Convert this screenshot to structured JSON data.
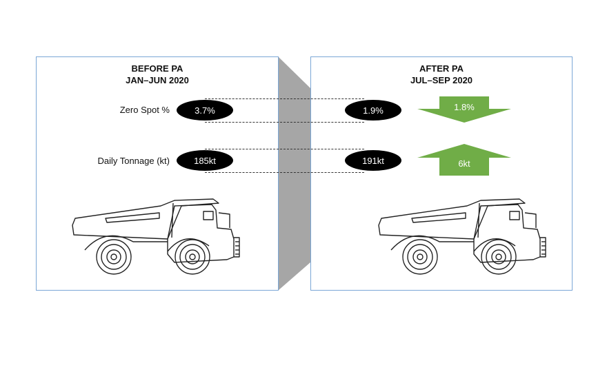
{
  "before": {
    "title_line1": "BEFORE PA",
    "title_line2": "JAN–JUN 2020"
  },
  "after": {
    "title_line1": "AFTER PA",
    "title_line2": "JUL–SEP 2020"
  },
  "metrics": [
    {
      "label": "Zero Spot %",
      "before": "3.7%",
      "after": "1.9%",
      "change": "1.8%",
      "direction": "down"
    },
    {
      "label": "Daily Tonnage (kt)",
      "before": "185kt",
      "after": "191kt",
      "change": "6kt",
      "direction": "up"
    }
  ],
  "colors": {
    "panel_border": "#7aa6d6",
    "arrow_green": "#70ad47",
    "connector_grey": "#a6a6a6",
    "pill": "#000000"
  },
  "icons": [
    "haul-truck-icon",
    "down-arrow-icon",
    "up-arrow-icon"
  ]
}
